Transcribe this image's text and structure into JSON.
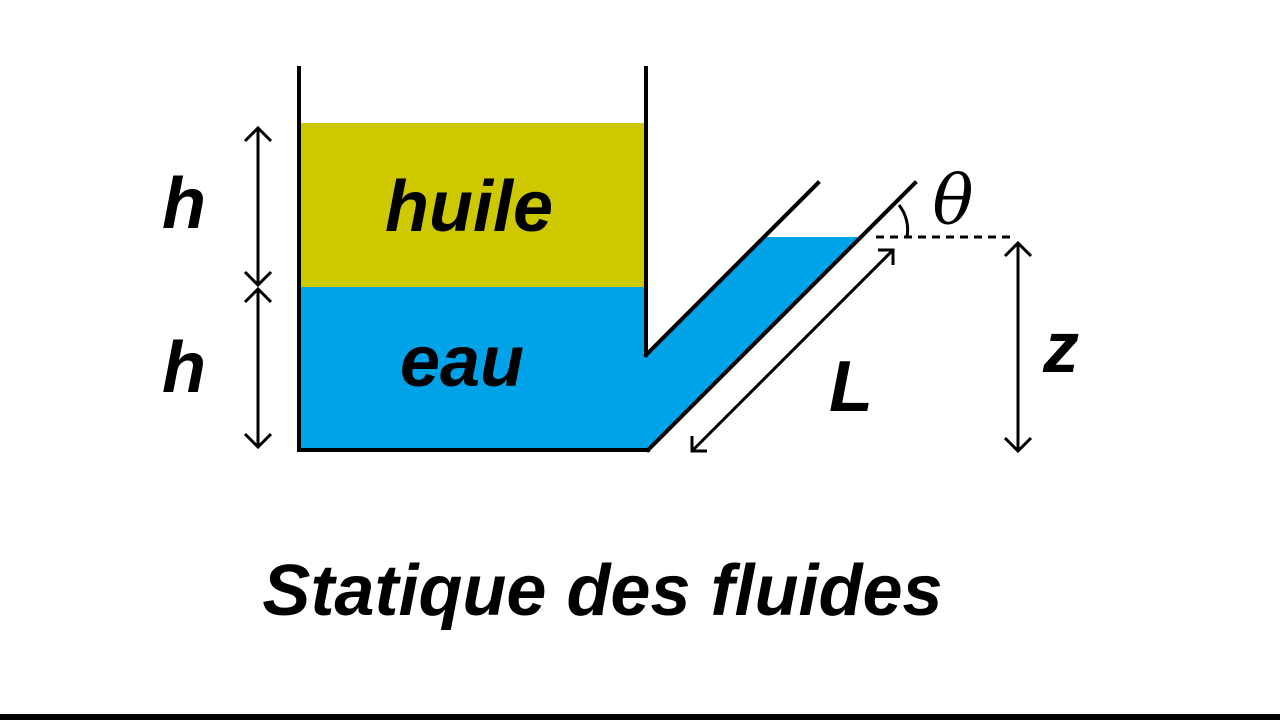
{
  "labels": {
    "height_top": "h",
    "height_bottom": "h",
    "oil": "huile",
    "water": "eau",
    "angle": "θ",
    "length": "L",
    "elevation": "z"
  },
  "caption": "Statique des fluides",
  "colors": {
    "oil": "#cdc800",
    "water": "#00a2e8",
    "ink": "#000000",
    "background": "#ffffff"
  }
}
